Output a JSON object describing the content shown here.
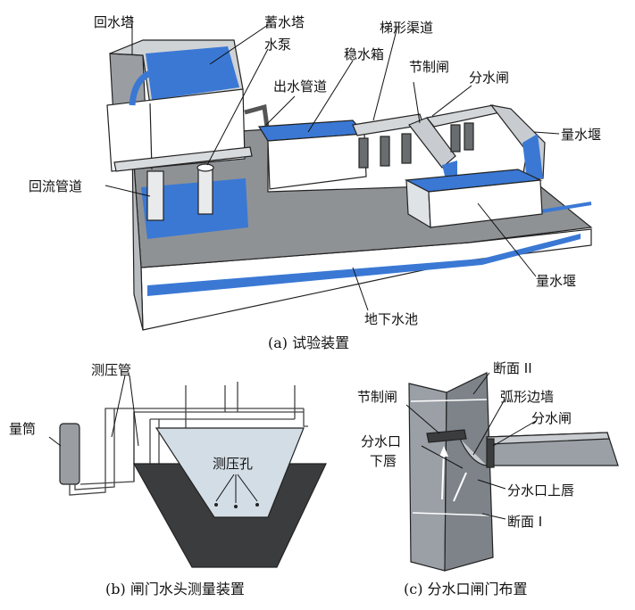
{
  "panel_a": {
    "caption": "(a) 试验装置",
    "labels": {
      "return_tower": "回水塔",
      "storage_tower": "蓄水塔",
      "pump": "水泵",
      "trapezoid_channel": "梯形渠道",
      "stilling_box": "稳水箱",
      "outlet_pipe": "出水管道",
      "check_gate": "节制闸",
      "diversion_gate": "分水闸",
      "weir_right": "量水堰",
      "return_pipe": "回流管道",
      "weir_front": "量水堰",
      "underground_pool": "地下水池"
    }
  },
  "panel_b": {
    "caption": "(b) 闸门水头测量装置",
    "labels": {
      "piezometer_tubes": "测压管",
      "measuring_cylinder": "量筒",
      "pressure_holes": "测压孔"
    }
  },
  "panel_c": {
    "caption": "(c) 分水口闸门布置",
    "labels": {
      "section_2": "断面 II",
      "check_gate": "节制闸",
      "arc_wall": "弧形边墙",
      "diversion_gate": "分水闸",
      "outlet_lower_lip_1": "分水口",
      "outlet_lower_lip_2": "下唇",
      "outlet_upper_lip": "分水口上唇",
      "section_1": "断面 I"
    }
  },
  "colors": {
    "water": "#3a78d4",
    "concrete": "#8a8d90",
    "concrete_light": "#c8ccd0",
    "wall_white": "#ffffff",
    "dark": "#4a4a4a"
  }
}
